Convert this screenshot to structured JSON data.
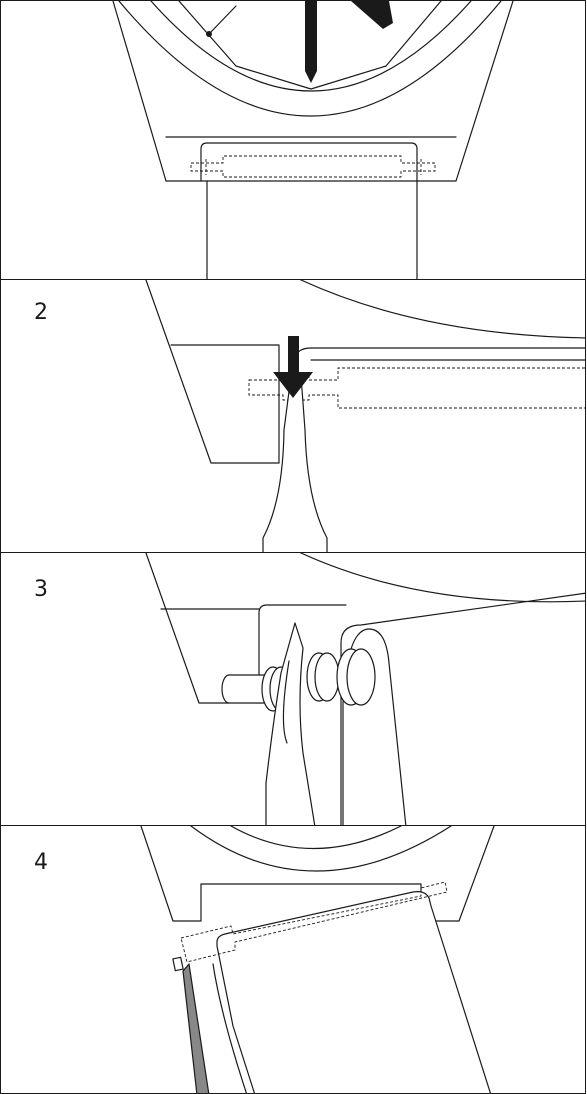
{
  "steps": [
    {
      "number": ""
    },
    {
      "number": "2"
    },
    {
      "number": "3"
    },
    {
      "number": "4"
    }
  ],
  "colors": {
    "line": "#1a1a1a",
    "background": "#ffffff"
  }
}
